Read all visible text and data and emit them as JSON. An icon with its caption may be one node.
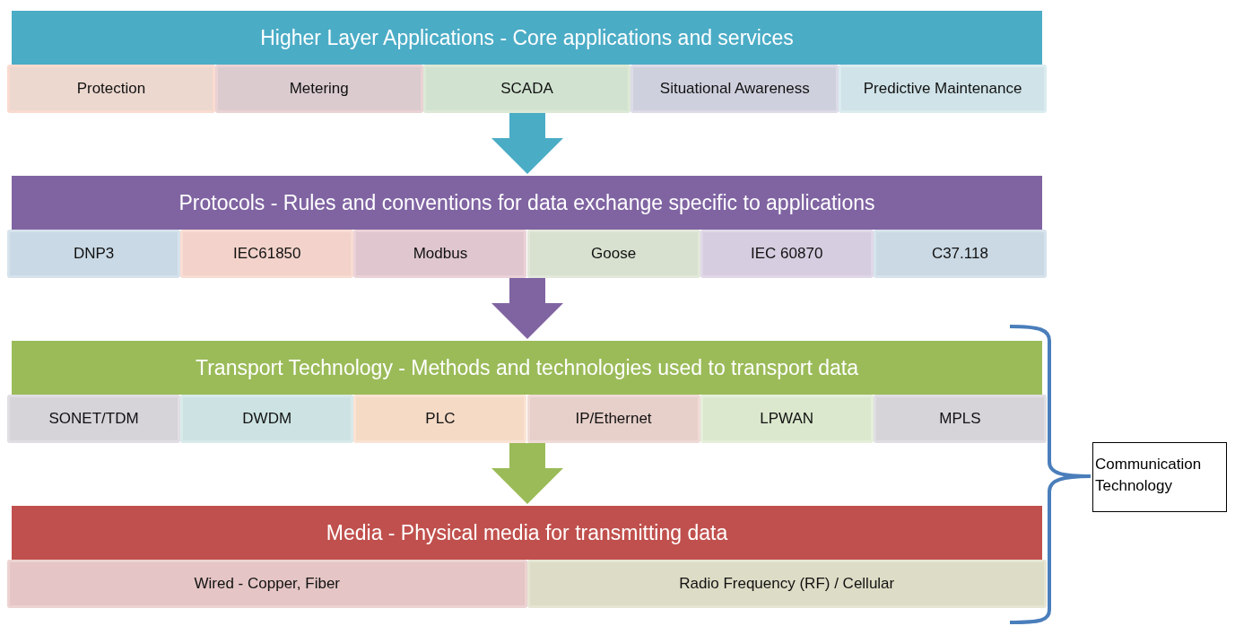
{
  "diagram": {
    "nodes": [
      {
        "text": [
          "Higher Layer Applications - Core applications and services"
        ]
      },
      {
        "text": [
          "Protection"
        ]
      },
      {
        "text": [
          "Metering"
        ]
      },
      {
        "text": [
          "SCADA"
        ]
      },
      {
        "text": [
          "Situational Awareness"
        ]
      },
      {
        "text": [
          "Predictive Maintenance"
        ]
      },
      {
        "text": [
          "Protocols - Rules and conventions for data exchange specific to applications"
        ]
      },
      {
        "text": [
          "DNP3"
        ]
      },
      {
        "text": [
          "IEC61850"
        ]
      },
      {
        "text": [
          "Modbus"
        ]
      },
      {
        "text": [
          "Goose"
        ]
      },
      {
        "text": [
          "IEC 60870"
        ]
      },
      {
        "text": [
          "C37.118"
        ]
      },
      {
        "text": [
          "Transport Technology - Methods and technologies used to transport data"
        ]
      },
      {
        "text": [
          "SONET/TDM"
        ]
      },
      {
        "text": [
          "DWDM"
        ]
      },
      {
        "text": [
          "PLC"
        ]
      },
      {
        "text": [
          "IP/Ethernet"
        ]
      },
      {
        "text": [
          "LPWAN"
        ]
      },
      {
        "text": [
          "MPLS"
        ]
      },
      {
        "text": [
          "Media - Physical media for transmitting data"
        ]
      },
      {
        "text": [
          "Wired - Copper, Fiber"
        ]
      },
      {
        "text": [
          "Radio Frequency (RF) / Cellular"
        ]
      },
      {
        "text": [
          "Communication Technology"
        ]
      }
    ],
    "edges": [
      {
        "from": 3,
        "to": 6,
        "arrow": "to",
        "color": "#4bacc6"
      },
      {
        "from": 9,
        "to": 13,
        "arrow": "to",
        "color": "#8064a2"
      },
      {
        "from": 16,
        "to": 20,
        "arrow": "to",
        "color": "#9bbb59"
      }
    ]
  }
}
